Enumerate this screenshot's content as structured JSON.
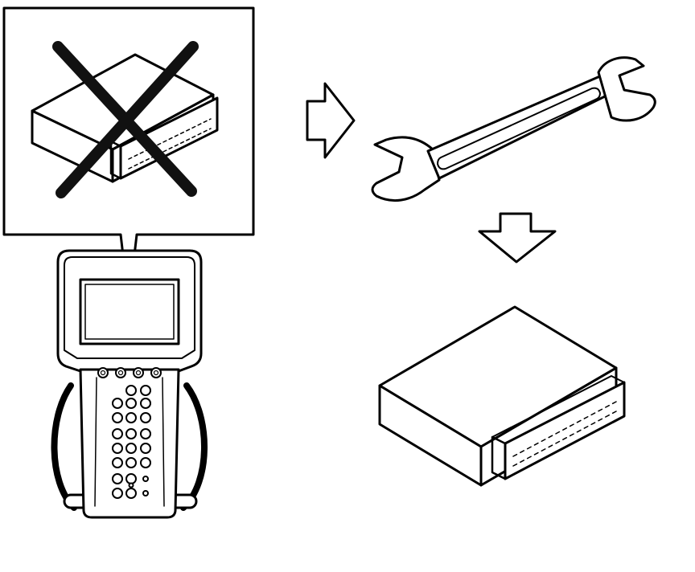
{
  "diagram": {
    "kind": "service-procedure-illustration",
    "panels": [
      {
        "id": "scan-tool-callout",
        "icon": "control-module-icon",
        "status": "crossed-out"
      },
      {
        "id": "scan-tool",
        "icon": "handheld-scan-tool-icon"
      },
      {
        "id": "replace-step",
        "icon": "wrench-icon"
      },
      {
        "id": "new-module",
        "icon": "control-module-icon"
      }
    ],
    "arrows": [
      {
        "from": "scan-tool-callout",
        "to": "replace-step",
        "direction": "right"
      },
      {
        "from": "replace-step",
        "to": "new-module",
        "direction": "down"
      }
    ],
    "colors": {
      "ink": "#000000",
      "paper": "#ffffff",
      "x_mark": "#111111"
    }
  }
}
